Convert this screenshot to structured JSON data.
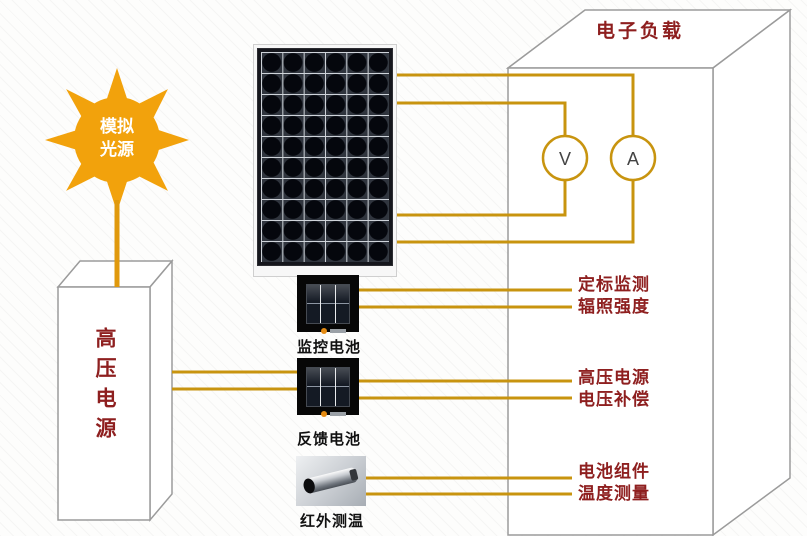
{
  "diagram": {
    "sun": {
      "line1": "模拟",
      "line2": "光源"
    },
    "hv_box_label": "高压电源",
    "load_box_title": "电子负载",
    "voltmeter": "V",
    "ammeter": "A",
    "captions": {
      "monitor_battery": "监控电池",
      "feedback_battery": "反馈电池",
      "infrared": "红外测温"
    },
    "annotations": [
      {
        "line1": "定标监测",
        "line2": "辐照强度"
      },
      {
        "line1": "高压电源",
        "line2": "电压补偿"
      },
      {
        "line1": "电池组件",
        "line2": "温度测量"
      }
    ],
    "colors": {
      "label_red": "#8e1f1f",
      "wire_gold": "#c8940f",
      "sun_orange": "#f2a20c",
      "box_stroke": "#9b9b9b"
    }
  }
}
